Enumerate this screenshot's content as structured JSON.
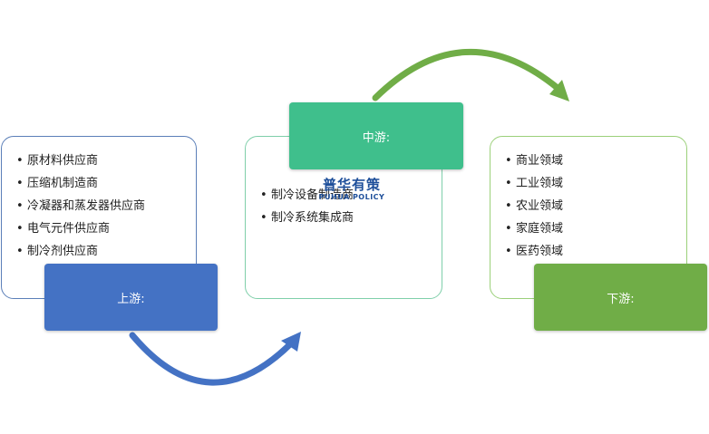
{
  "colors": {
    "upstream": "#4472c4",
    "midstream": "#3fbf8c",
    "downstream": "#70ad47",
    "upstream_border": "#5b7fb8",
    "midstream_border": "#7fcfaa",
    "downstream_border": "#9bd07a"
  },
  "upstream": {
    "label": "上游:",
    "items": [
      "原材料供应商",
      "压缩机制造商",
      "冷凝器和蒸发器供应商",
      "电气元件供应商",
      "制冷剂供应商"
    ]
  },
  "midstream": {
    "label": "中游:",
    "items": [
      "制冷设备制造商",
      "制冷系统集成商"
    ]
  },
  "downstream": {
    "label": "下游:",
    "items": [
      "商业领域",
      "工业领域",
      "农业领域",
      "家庭领域",
      "医药领域"
    ]
  },
  "watermark": {
    "cn": "普华有策",
    "en": "PUHUA POLICY"
  }
}
